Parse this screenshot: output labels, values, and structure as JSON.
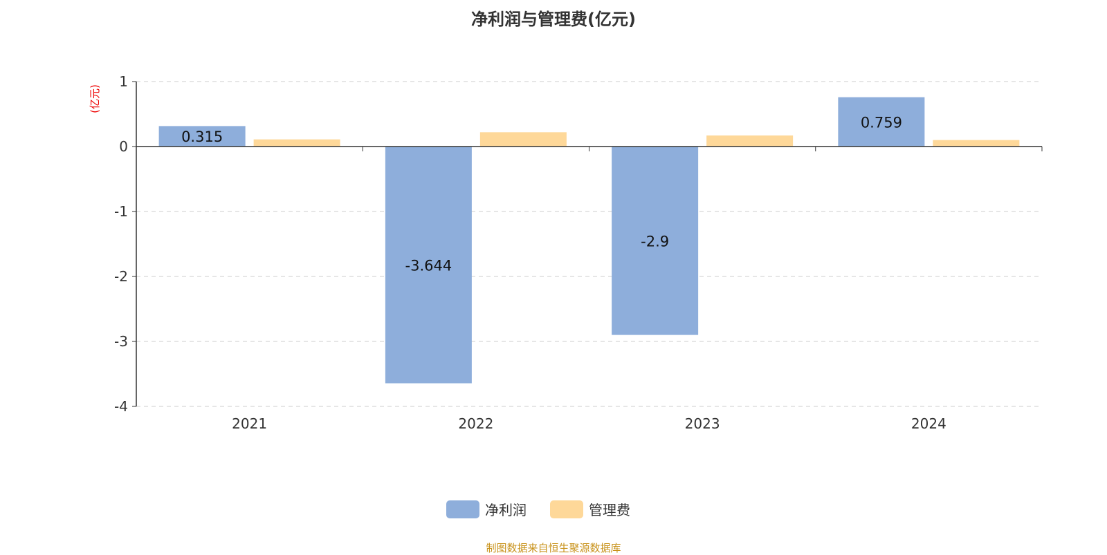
{
  "chart_data": {
    "type": "bar",
    "title": "净利润与管理费(亿元)",
    "ylabel": "(亿元)",
    "xlabel": "",
    "ylim": [
      -4,
      1
    ],
    "yticks": [
      1,
      0,
      -1,
      -2,
      -3,
      -4
    ],
    "grid": true,
    "categories": [
      "2021",
      "2022",
      "2023",
      "2024"
    ],
    "series": [
      {
        "name": "净利润",
        "color": "#8eaedb",
        "values": [
          0.315,
          -3.644,
          -2.9,
          0.759
        ],
        "labels": [
          "0.315",
          "-3.644",
          "-2.9",
          "0.759"
        ]
      },
      {
        "name": "管理费",
        "color": "#fed899",
        "values": [
          0.11,
          0.22,
          0.17,
          0.1
        ]
      }
    ],
    "legend_position": "bottom-center"
  },
  "source": "制图数据来自恒生聚源数据库"
}
